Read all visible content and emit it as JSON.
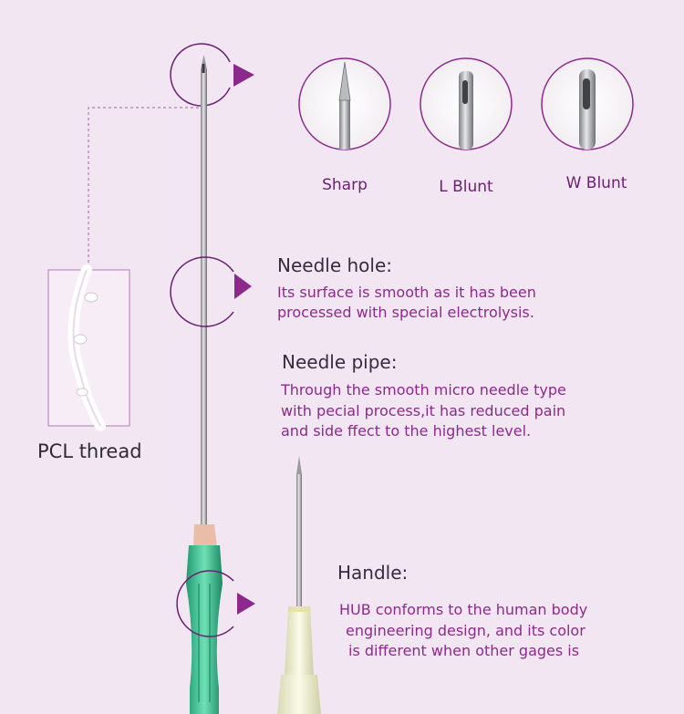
{
  "tips": {
    "sharp": "Sharp",
    "l_blunt": "L Blunt",
    "w_blunt": "W Blunt"
  },
  "sections": {
    "needle_hole": {
      "heading": "Needle hole:",
      "lines": [
        "Its surface is smooth as it has been",
        " processed with special electrolysis."
      ]
    },
    "needle_pipe": {
      "heading": "Needle pipe:",
      "lines": [
        "Through the smooth micro needle type",
        "with pecial process,it has reduced pain",
        "and side ffect to the highest level."
      ]
    },
    "handle": {
      "heading": "Handle:",
      "lines": [
        "HUB conforms to the human body",
        "engineering design, and its color",
        "is different when other gages is"
      ]
    }
  },
  "pcl_thread": {
    "label": "PCL thread"
  },
  "colors": {
    "background": "#f3e6f3",
    "accent": "#8c2a8c",
    "hub_green": "#2fb486",
    "hub_cream": "#f1f1d4"
  }
}
